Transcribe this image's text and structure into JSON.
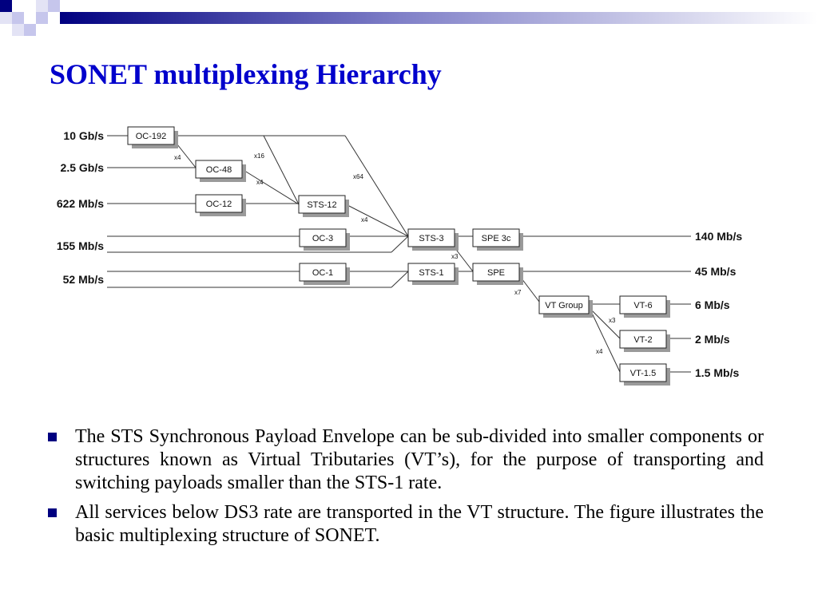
{
  "title": "SONET multiplexing Hierarchy",
  "colors": {
    "title": "#0000cc",
    "accent": "#000080",
    "accent_light": "#c6c6ec"
  },
  "diagram": {
    "input_rates": [
      "10 Gb/s",
      "2.5 Gb/s",
      "622 Mb/s",
      "155 Mb/s",
      "52 Mb/s"
    ],
    "output_rates": [
      "140 Mb/s",
      "45 Mb/s",
      "6 Mb/s",
      "2 Mb/s",
      "1.5 Mb/s"
    ],
    "boxes": {
      "oc192": "OC-192",
      "oc48": "OC-48",
      "oc12": "OC-12",
      "sts12": "STS-12",
      "oc3": "OC-3",
      "oc1": "OC-1",
      "sts3": "STS-3",
      "sts1": "STS-1",
      "spe3c": "SPE 3c",
      "spe": "SPE",
      "vtgroup": "VT Group",
      "vt6": "VT-6",
      "vt2": "VT-2",
      "vt15": "VT-1.5"
    },
    "multipliers": {
      "a": "x4",
      "b": "x16",
      "c": "x4",
      "d": "x64",
      "e": "x4",
      "f": "x3",
      "g": "x7",
      "h": "x3",
      "i": "x4"
    }
  },
  "bullets": [
    "The STS Synchronous Payload Envelope can be sub-divided into smaller components or structures known as Virtual Tributaries (VT’s), for the purpose of transporting and switching payloads smaller than the STS-1 rate.",
    "All services below DS3 rate are transported in the VT structure. The figure illustrates the basic multiplexing structure of SONET."
  ]
}
